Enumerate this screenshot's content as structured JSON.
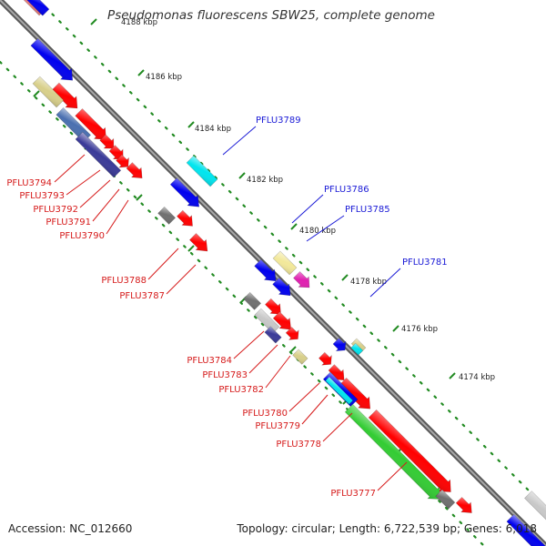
{
  "title": "Pseudomonas fluorescens SBW25, complete genome",
  "accession": "Accession: NC_012660",
  "summary": "Topology: circular; Length: 6,722,539 bp; Genes: 6,018",
  "colors": {
    "backbone": "#777777",
    "ruler_dots": "#228b22",
    "label_forward": "#1a1ad6",
    "label_reverse": "#d61a1a",
    "gene_red": "#ff0000",
    "gene_blue": "#0000ee",
    "gene_cyan": "#00e5ee",
    "gene_khaki": "#d8cf8a",
    "gene_slate": "#4a6fb0",
    "gene_navy": "#3a3a98",
    "gene_gray": "#707070",
    "gene_lightgray": "#c8c8c8",
    "gene_yellow": "#f2e89a",
    "gene_magenta": "#e020b0",
    "gene_green": "#33cc33",
    "gene_pink": "#f08080"
  },
  "scale_labels": [
    "4188 kbp",
    "4186 kbp",
    "4184 kbp",
    "4182 kbp",
    "4180 kbp",
    "4178 kbp",
    "4176 kbp",
    "4174 kbp"
  ],
  "forward_labels": [
    "PFLU3789",
    "PFLU3786",
    "PFLU3785",
    "PFLU3781"
  ],
  "reverse_labels": [
    "PFLU3794",
    "PFLU3793",
    "PFLU3792",
    "PFLU3791",
    "PFLU3790",
    "PFLU3788",
    "PFLU3787",
    "PFLU3784",
    "PFLU3783",
    "PFLU3782",
    "PFLU3780",
    "PFLU3779",
    "PFLU3778",
    "PFLU3777"
  ]
}
